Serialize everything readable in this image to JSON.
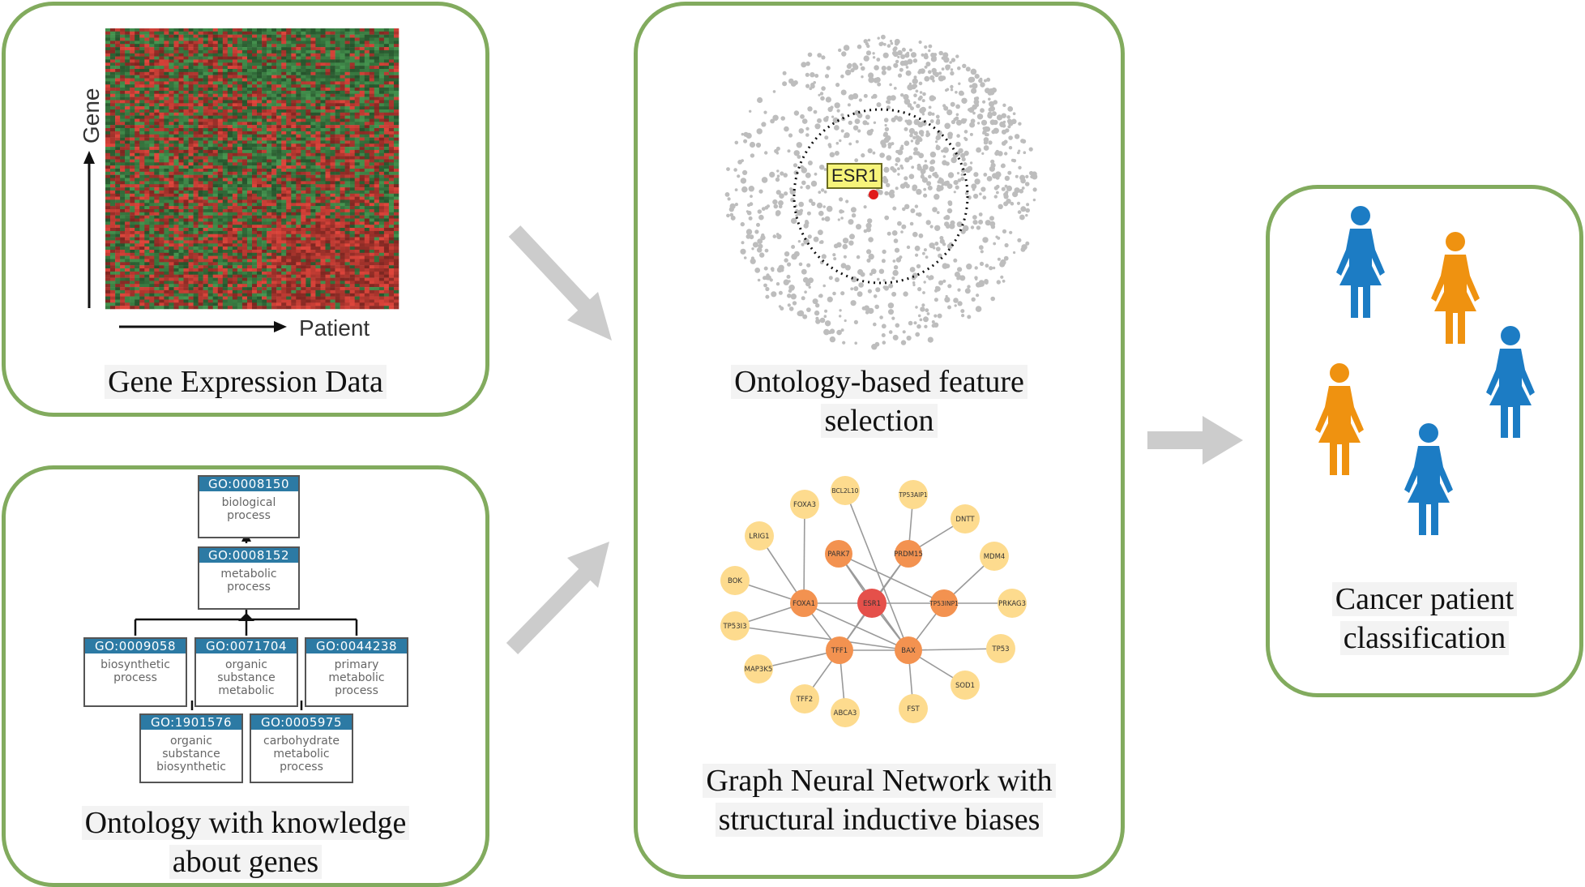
{
  "panels": {
    "gene_expression": {
      "caption": "Gene Expression Data",
      "axis_y_label": "Gene",
      "axis_x_label": "Patient"
    },
    "ontology": {
      "caption_line1": "Ontology with knowledge",
      "caption_line2": "about genes",
      "terms": [
        {
          "id": "GO:0008150",
          "l1": "biological",
          "l2": "process",
          "l3": ""
        },
        {
          "id": "GO:0008152",
          "l1": "metabolic",
          "l2": "process",
          "l3": ""
        },
        {
          "id": "GO:0009058",
          "l1": "biosynthetic",
          "l2": "process",
          "l3": ""
        },
        {
          "id": "GO:0071704",
          "l1": "organic",
          "l2": "substance",
          "l3": "metabolic"
        },
        {
          "id": "GO:0044238",
          "l1": "primary",
          "l2": "metabolic",
          "l3": "process"
        },
        {
          "id": "GO:1901576",
          "l1": "organic",
          "l2": "substance",
          "l3": "biosynthetic"
        },
        {
          "id": "GO:0005975",
          "l1": "carbohydrate",
          "l2": "metabolic",
          "l3": "process"
        }
      ]
    },
    "feature_selection": {
      "caption_line1": "Ontology-based feature",
      "caption_line2": "selection",
      "highlight_label": "ESR1"
    },
    "gnn": {
      "caption_line1": "Graph Neural Network with",
      "caption_line2": "structural inductive biases",
      "nodes": [
        "BCL2L10",
        "TP53AIP1",
        "FOXA3",
        "DNTT",
        "LRIG1",
        "PARK7",
        "PRDM15",
        "MDM4",
        "BOK",
        "FOXA1",
        "ESR1",
        "TP53INP1",
        "PRKAG3",
        "TP53I3",
        "TFF1",
        "BAX",
        "TP53",
        "MAP3K5",
        "SOD1",
        "TFF2",
        "FST",
        "ABCA3"
      ]
    },
    "classification": {
      "caption_line1": "Cancer patient",
      "caption_line2": "classification"
    }
  },
  "colors": {
    "panel_border": "#82ab5e",
    "arrow": "#cccccc",
    "blue_person": "#1c7cc4",
    "orange_person": "#ef9210",
    "node_center": "#e5504a",
    "node_hub": "#f39250",
    "node_leaf": "#fddb8e"
  }
}
